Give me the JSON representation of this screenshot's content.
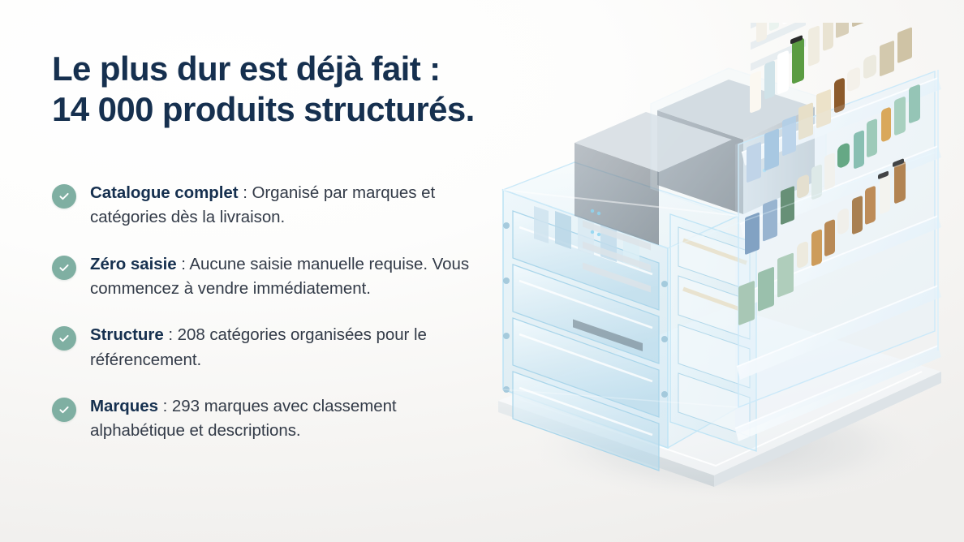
{
  "headline": "Le plus dur est déjà fait :\n14 000 produits structurés.",
  "theme": {
    "background": "#f7f6f4",
    "heading_color": "#16304f",
    "body_color": "#333b48",
    "accent_green": "#7fafa2",
    "check_mark_color": "#ffffff"
  },
  "bullets": [
    {
      "icon": "check-circle-icon",
      "term": "Catalogue complet",
      "separator": " : ",
      "description": "Organisé par marques et catégories dès la livraison."
    },
    {
      "icon": "check-circle-icon",
      "term": "Zéro saisie",
      "separator": " : ",
      "description": "Aucune saisie manuelle requise. Vous commencez à vendre immédiatement."
    },
    {
      "icon": "check-circle-icon",
      "term": "Structure",
      "separator": " : ",
      "description": "208 catégories organisées pour le référencement."
    },
    {
      "icon": "check-circle-icon",
      "term": "Marques",
      "separator": " : ",
      "description": "293 marques avec classement alphabétique et descriptions."
    }
  ],
  "illustration": {
    "alt": "Rendu 3D isométrique d'une étagère en verre transparent avec tiroirs de classement, serveurs et produits cosmétiques rangés"
  }
}
